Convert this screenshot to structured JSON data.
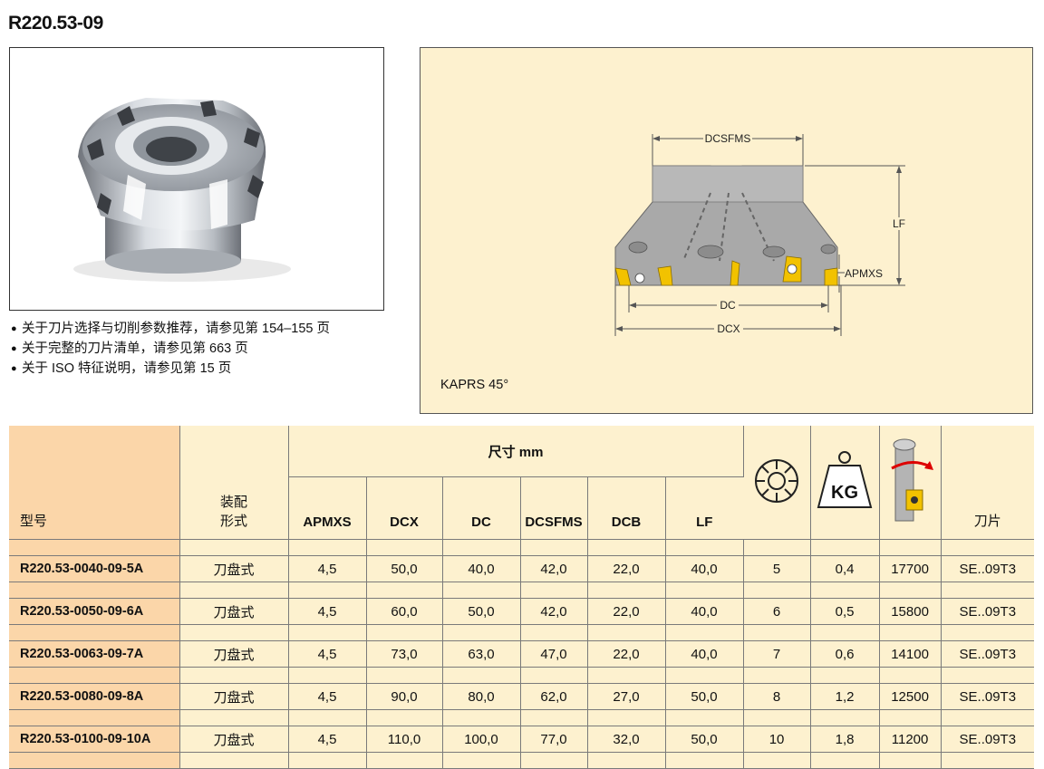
{
  "title": "R220.53-09",
  "notes": [
    "关于刀片选择与切削参数推荐，请参见第 154–155 页",
    "关于完整的刀片清单，请参见第 663 页",
    "关于 ISO 特征说明，请参见第 15 页"
  ],
  "diagram": {
    "labels": {
      "dcsfms": "DCSFMS",
      "lf": "LF",
      "apmxs": "APMXS",
      "dc": "DC",
      "dcx": "DCX"
    },
    "kaprs": "KAPRS 45°"
  },
  "table": {
    "headers": {
      "model": "型号",
      "mount_line1": "装配",
      "mount_line2": "形式",
      "dimensions": "尺寸 mm",
      "apmxs": "APMXS",
      "dcx": "DCX",
      "dc": "DC",
      "dcsfms": "DCSFMS",
      "dcb": "DCB",
      "lf": "LF",
      "kg": "KG",
      "insert": "刀片"
    },
    "rows": [
      {
        "model": "R220.53-0040-09-5A",
        "mount": "刀盘式",
        "apmxs": "4,5",
        "dcx": "50,0",
        "dc": "40,0",
        "dcsfms": "42,0",
        "dcb": "22,0",
        "lf": "40,0",
        "teeth": "5",
        "kg": "0,4",
        "rpm": "17700",
        "insert": "SE..09T3"
      },
      {
        "model": "R220.53-0050-09-6A",
        "mount": "刀盘式",
        "apmxs": "4,5",
        "dcx": "60,0",
        "dc": "50,0",
        "dcsfms": "42,0",
        "dcb": "22,0",
        "lf": "40,0",
        "teeth": "6",
        "kg": "0,5",
        "rpm": "15800",
        "insert": "SE..09T3"
      },
      {
        "model": "R220.53-0063-09-7A",
        "mount": "刀盘式",
        "apmxs": "4,5",
        "dcx": "73,0",
        "dc": "63,0",
        "dcsfms": "47,0",
        "dcb": "22,0",
        "lf": "40,0",
        "teeth": "7",
        "kg": "0,6",
        "rpm": "14100",
        "insert": "SE..09T3"
      },
      {
        "model": "R220.53-0080-09-8A",
        "mount": "刀盘式",
        "apmxs": "4,5",
        "dcx": "90,0",
        "dc": "80,0",
        "dcsfms": "62,0",
        "dcb": "27,0",
        "lf": "50,0",
        "teeth": "8",
        "kg": "1,2",
        "rpm": "12500",
        "insert": "SE..09T3"
      },
      {
        "model": "R220.53-0100-09-10A",
        "mount": "刀盘式",
        "apmxs": "4,5",
        "dcx": "110,0",
        "dc": "100,0",
        "dcsfms": "77,0",
        "dcb": "32,0",
        "lf": "50,0",
        "teeth": "10",
        "kg": "1,8",
        "rpm": "11200",
        "insert": "SE..09T3"
      }
    ]
  },
  "colors": {
    "header_bg": "#fdf1cf",
    "model_col_bg": "#fbd6a9",
    "insert_yellow": "#f2c200",
    "body_gray": "#a9a9a9"
  },
  "icons": [
    "milling-cutter-photo",
    "cutter-cross-section-diagram",
    "teeth-count-icon",
    "weight-kg-icon",
    "max-rpm-icon"
  ]
}
